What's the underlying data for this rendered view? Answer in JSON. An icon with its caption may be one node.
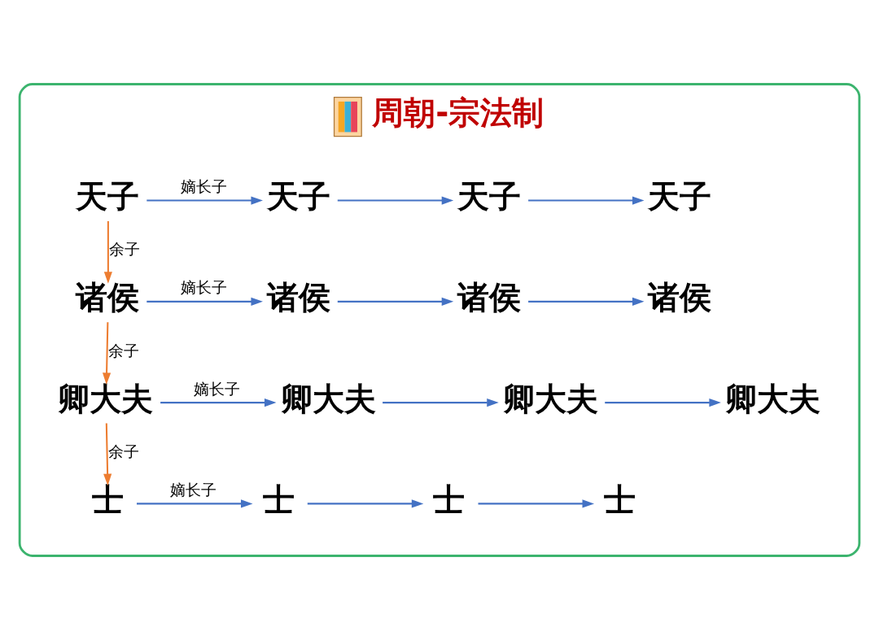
{
  "diagram": {
    "nodes": [
      {
        "text": [
          "周朝-宗法制"
        ]
      },
      {
        "text": [
          "天子"
        ],
        "in": 0
      },
      {
        "text": [
          "天子"
        ],
        "in": 0
      },
      {
        "text": [
          "天子"
        ],
        "in": 0
      },
      {
        "text": [
          "天子"
        ],
        "in": 0
      },
      {
        "text": [
          "诸侯"
        ],
        "in": 0
      },
      {
        "text": [
          "诸侯"
        ],
        "in": 0
      },
      {
        "text": [
          "诸侯"
        ],
        "in": 0
      },
      {
        "text": [
          "诸侯"
        ],
        "in": 0
      },
      {
        "text": [
          "卿大夫"
        ],
        "in": 0
      },
      {
        "text": [
          "卿大夫"
        ],
        "in": 0
      },
      {
        "text": [
          "卿大夫"
        ],
        "in": 0
      },
      {
        "text": [
          "卿大夫"
        ],
        "in": 0
      },
      {
        "text": [
          "士"
        ],
        "in": 0
      },
      {
        "text": [
          "士"
        ],
        "in": 0
      },
      {
        "text": [
          "士"
        ],
        "in": 0
      },
      {
        "text": [
          "士"
        ],
        "in": 0
      }
    ],
    "edges": [
      {
        "from": 1,
        "to": 2,
        "arrow": "to",
        "label": "嫡长子"
      },
      {
        "from": 2,
        "to": 3,
        "arrow": "to"
      },
      {
        "from": 3,
        "to": 4,
        "arrow": "to"
      },
      {
        "from": 1,
        "to": 5,
        "arrow": "to",
        "label": "余子",
        "color": "#ed7d31"
      },
      {
        "from": 5,
        "to": 6,
        "arrow": "to",
        "label": "嫡长子"
      },
      {
        "from": 6,
        "to": 7,
        "arrow": "to"
      },
      {
        "from": 7,
        "to": 8,
        "arrow": "to"
      },
      {
        "from": 5,
        "to": 9,
        "arrow": "to",
        "label": "余子",
        "color": "#ed7d31"
      },
      {
        "from": 9,
        "to": 10,
        "arrow": "to",
        "label": "嫡长子"
      },
      {
        "from": 10,
        "to": 11,
        "arrow": "to"
      },
      {
        "from": 11,
        "to": 12,
        "arrow": "to"
      },
      {
        "from": 9,
        "to": 13,
        "arrow": "to",
        "label": "余子",
        "color": "#ed7d31"
      },
      {
        "from": 13,
        "to": 14,
        "arrow": "to",
        "label": "嫡长子"
      },
      {
        "from": 14,
        "to": 15,
        "arrow": "to"
      },
      {
        "from": 15,
        "to": 16,
        "arrow": "to"
      }
    ]
  }
}
